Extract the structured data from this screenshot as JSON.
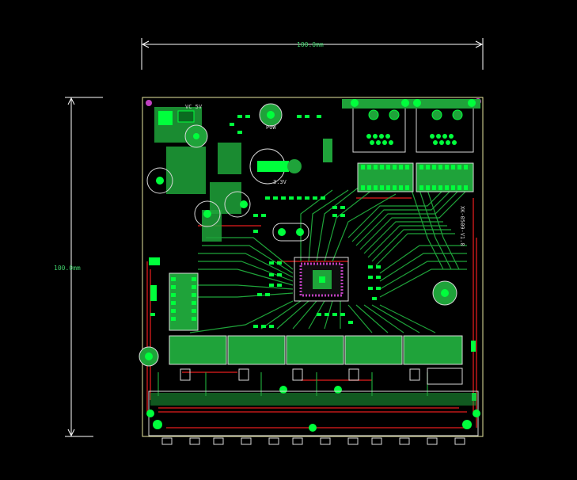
{
  "dimensions": {
    "width_label": "100.0mm",
    "height_label": "100.0mm"
  },
  "silkscreen": {
    "power_input_label": "VC 5V",
    "power_led_label": "POW",
    "rail_3v3_label": "3.3V",
    "vertical_text": "XK-0509-V1.0"
  },
  "colors": {
    "background": "#000000",
    "board_outline": "#e8e8a0",
    "copper_top": "#1fa33a",
    "pad": "#00ff3c",
    "trace_bottom": "#c01818",
    "silk": "#e0e0e0",
    "dimension": "#ffffff"
  }
}
